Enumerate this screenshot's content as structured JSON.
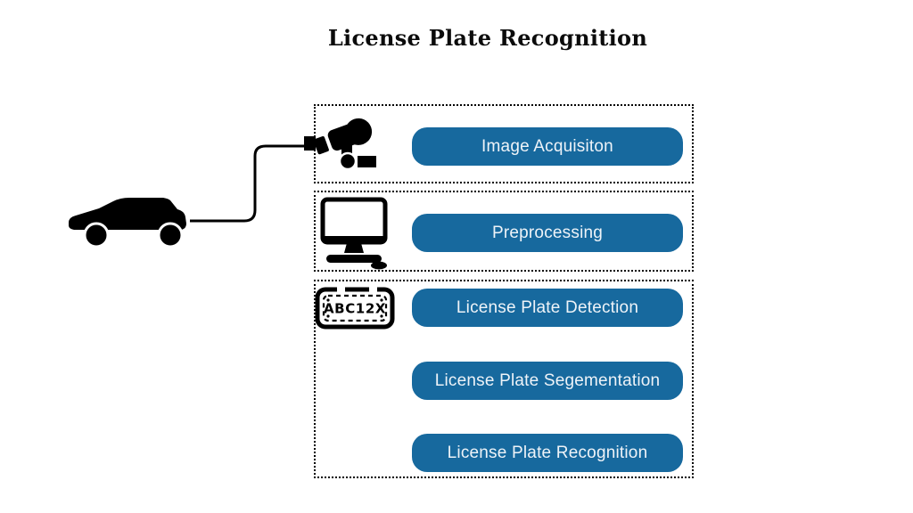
{
  "title": "License Plate Recognition",
  "diagram": {
    "stages": [
      {
        "name": "image-acquisition",
        "icon": "cctv-camera-icon",
        "nodes": [
          "Image Acquisiton"
        ]
      },
      {
        "name": "preprocessing",
        "icon": "computer-monitor-icon",
        "nodes": [
          "Preprocessing"
        ]
      },
      {
        "name": "recognition-pipeline",
        "icon": "license-plate-icon",
        "nodes": [
          "License Plate Detection",
          "License Plate Segementation",
          "License Plate Recognition"
        ]
      }
    ],
    "license_plate_text": "ABC12X"
  },
  "colors": {
    "node_fill": "#17699E",
    "node_text": "#EEF3F8",
    "outline": "#000000",
    "background": "#FFFFFF"
  }
}
